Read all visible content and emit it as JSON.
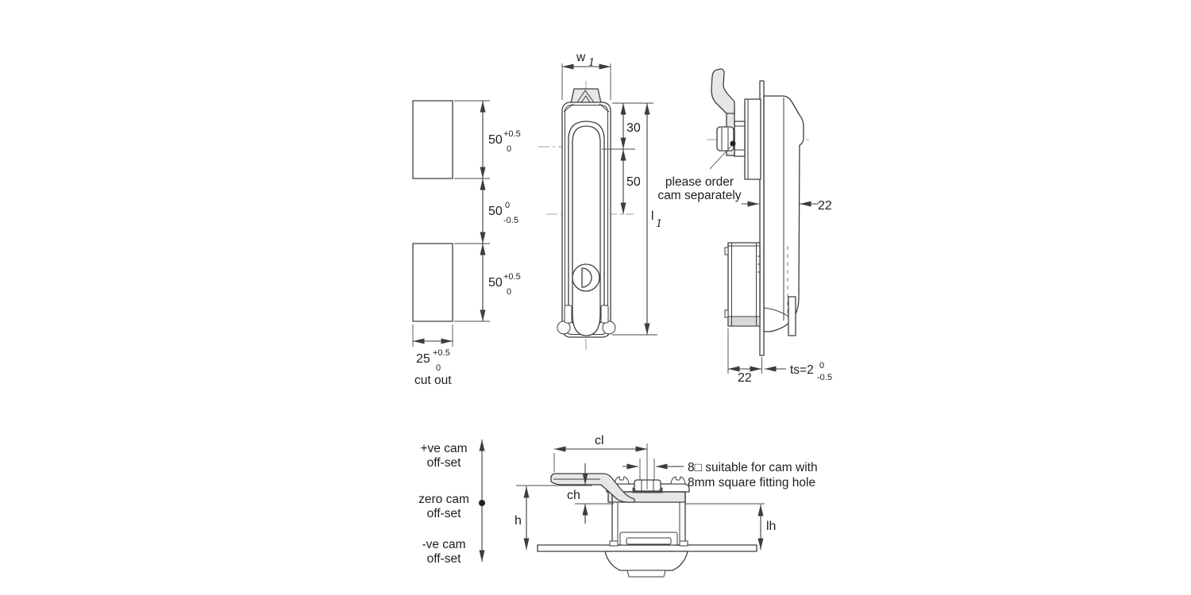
{
  "colors": {
    "line": "#3d3d3d",
    "fill_light": "#e7e7e7",
    "fill_dark": "#555555",
    "centerline": "#9f9f9f",
    "text": "#1e1e1e",
    "background": "#ffffff"
  },
  "cutout_view": {
    "label": "cut out",
    "dim_top": {
      "value": "50",
      "tol_upper": "+0.5",
      "tol_lower": "0"
    },
    "dim_middle": {
      "value": "50",
      "tol_upper": "0",
      "tol_lower": "-0.5"
    },
    "dim_bottom": {
      "value": "50",
      "tol_upper": "+0.5",
      "tol_lower": "0"
    },
    "dim_width": {
      "value": "25",
      "tol_upper": "+0.5",
      "tol_lower": "0"
    }
  },
  "front_view": {
    "dim_width": {
      "letter": "w",
      "subscript": "1"
    },
    "dim_button_to_arch": "30",
    "dim_arch_to_center": "50",
    "dim_length": {
      "letter": "l",
      "subscript": "1"
    }
  },
  "side_view": {
    "note": {
      "line1": "please order",
      "line2": "cam separately"
    },
    "dim_depth_front": "22",
    "dim_depth_rear": "22",
    "dim_panel_thickness": {
      "label": "ts=2",
      "tol_upper": "0",
      "tol_lower": "-0.5"
    }
  },
  "bottom_view": {
    "offset_labels": {
      "positive": [
        "+ve cam",
        "off-set"
      ],
      "zero": [
        "zero cam",
        "off-set"
      ],
      "negative": [
        "-ve cam",
        "off-set"
      ]
    },
    "dim_cam_length": "cl",
    "dim_cam_height": "ch",
    "dim_height": "h",
    "dim_latch_height": "lh",
    "note": {
      "line1": "8□ suitable for cam with",
      "line2": "8mm square fitting hole"
    }
  }
}
